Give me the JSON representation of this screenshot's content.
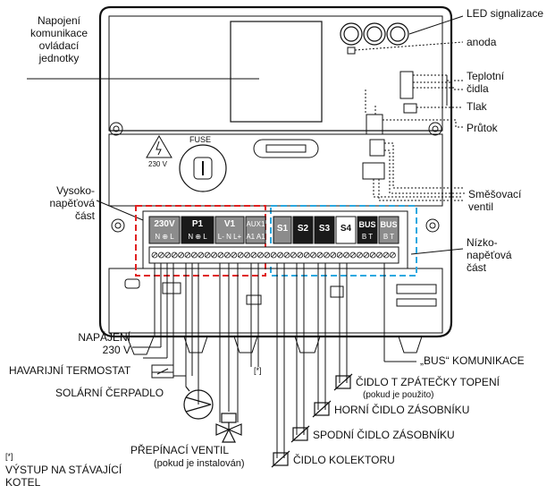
{
  "labels": {
    "communication": "Napojení\nkomunikace\novládací\njednotky",
    "led": "LED signalizace",
    "anode": "anoda",
    "temperature": "Teplotní\nčidla",
    "pressure": "Tlak",
    "flow": "Průtok",
    "mixing_valve": "Směšovací\nventil",
    "high_voltage": "Vysoko-\nnapěťová\nčást",
    "low_voltage": "Nízko-\nnapěťová\nčást",
    "power": "NAPÁJENÍ\n230 V",
    "emergency_thermostat": "HAVARIJNÍ TERMOSTAT",
    "solar_pump": "SOLÁRNÍ ČERPADLO",
    "switch_valve": "PŘEPÍNACÍ VENTIL",
    "switch_valve_note": "(pokud je instalován)",
    "footnote_mark": "[*]",
    "boiler_output": "VÝSTUP NA STÁVAJÍCÍ\nKOTEL",
    "aux_footnote": "[*]",
    "bus_comm": "„BUS“ KOMUNIKACE",
    "return_sensor": "ČIDLO T ZPÁTEČKY TOPENÍ",
    "return_sensor_note": "(pokud je použito)",
    "top_tank_sensor": "HORNÍ ČIDLO ZÁSOBNÍKU",
    "bottom_tank_sensor": "SPODNÍ ČIDLO ZÁSOBNÍKU",
    "collector_sensor": "ČIDLO KOLEKTORU",
    "fuse": "FUSE",
    "voltage_mark": "230 V"
  },
  "terminals": {
    "t230v": "230V",
    "t230v_sub": "N ⊕ L",
    "p1": "P1",
    "p1_sub": "N ⊕ L",
    "v1": "V1",
    "v1_sub": "L- N L+",
    "aux1": "AUX1",
    "aux1_sub": "A1 A1",
    "s1": "S1",
    "s2": "S2",
    "s3": "S3",
    "s4": "S4",
    "bus1": "BUS",
    "bus1_sub": "B T",
    "bus2": "BUS",
    "bus2_sub": "B T"
  },
  "colors": {
    "high_voltage_box": "#e02020",
    "low_voltage_box": "#2aa8e0",
    "terminal_dark": "#1a1a1a",
    "terminal_grey": "#8c8c8c"
  }
}
